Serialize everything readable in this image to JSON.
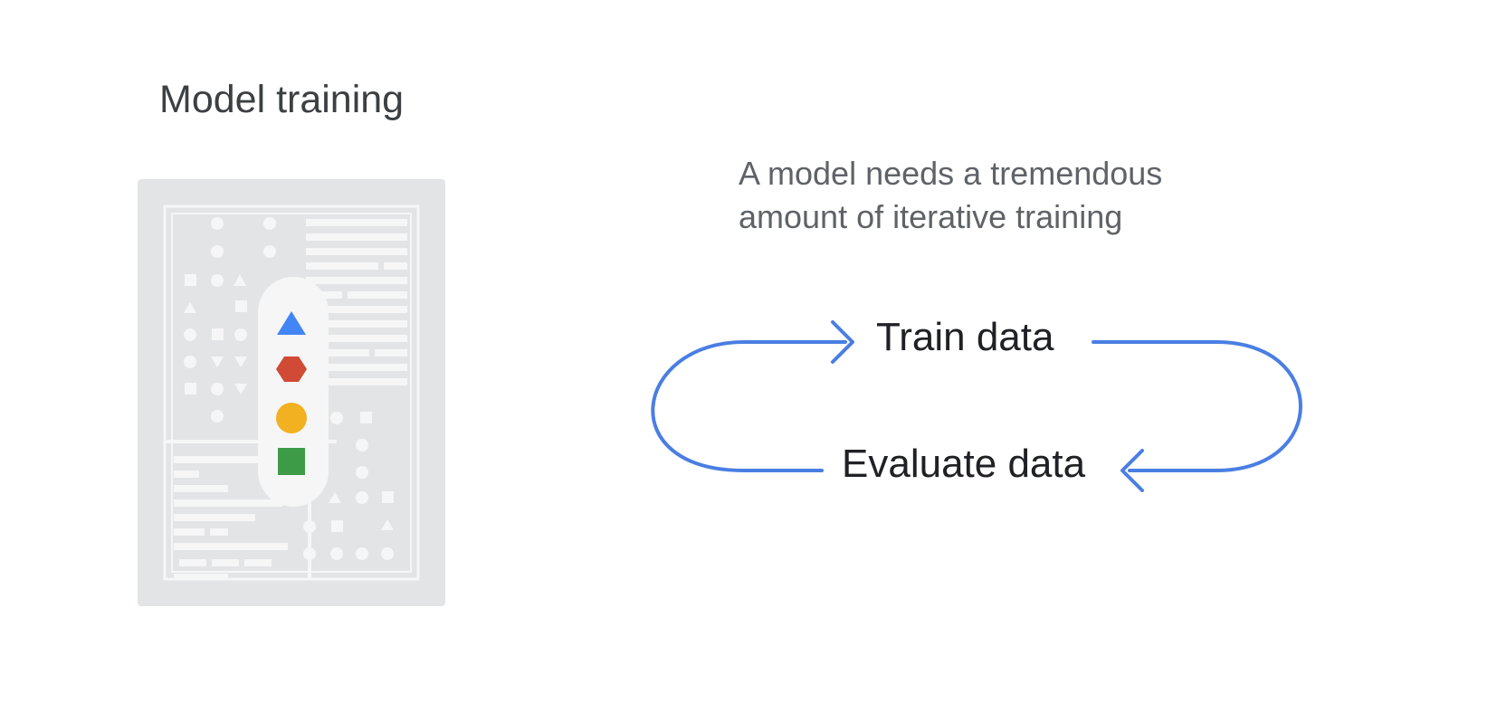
{
  "slide": {
    "title": "Model training",
    "description_lines": [
      "A model needs a tremendous",
      "amount of iterative training"
    ],
    "cycle": {
      "top_label": "Train data",
      "bottom_label": "Evaluate data"
    }
  },
  "colors": {
    "arrow": "#4a7ee3",
    "panel": "#e3e4e6",
    "panel_marks": "#f6f6f7",
    "triangle_blue": "#4285f4",
    "hexagon_red": "#d04a35",
    "circle_yellow": "#f2b120",
    "square_green": "#3d9b48"
  },
  "icons": [
    "document-panel-icon",
    "blue-triangle-icon",
    "red-hexagon-icon",
    "yellow-circle-icon",
    "green-square-icon",
    "right-arrow-icon",
    "left-arrow-icon"
  ]
}
